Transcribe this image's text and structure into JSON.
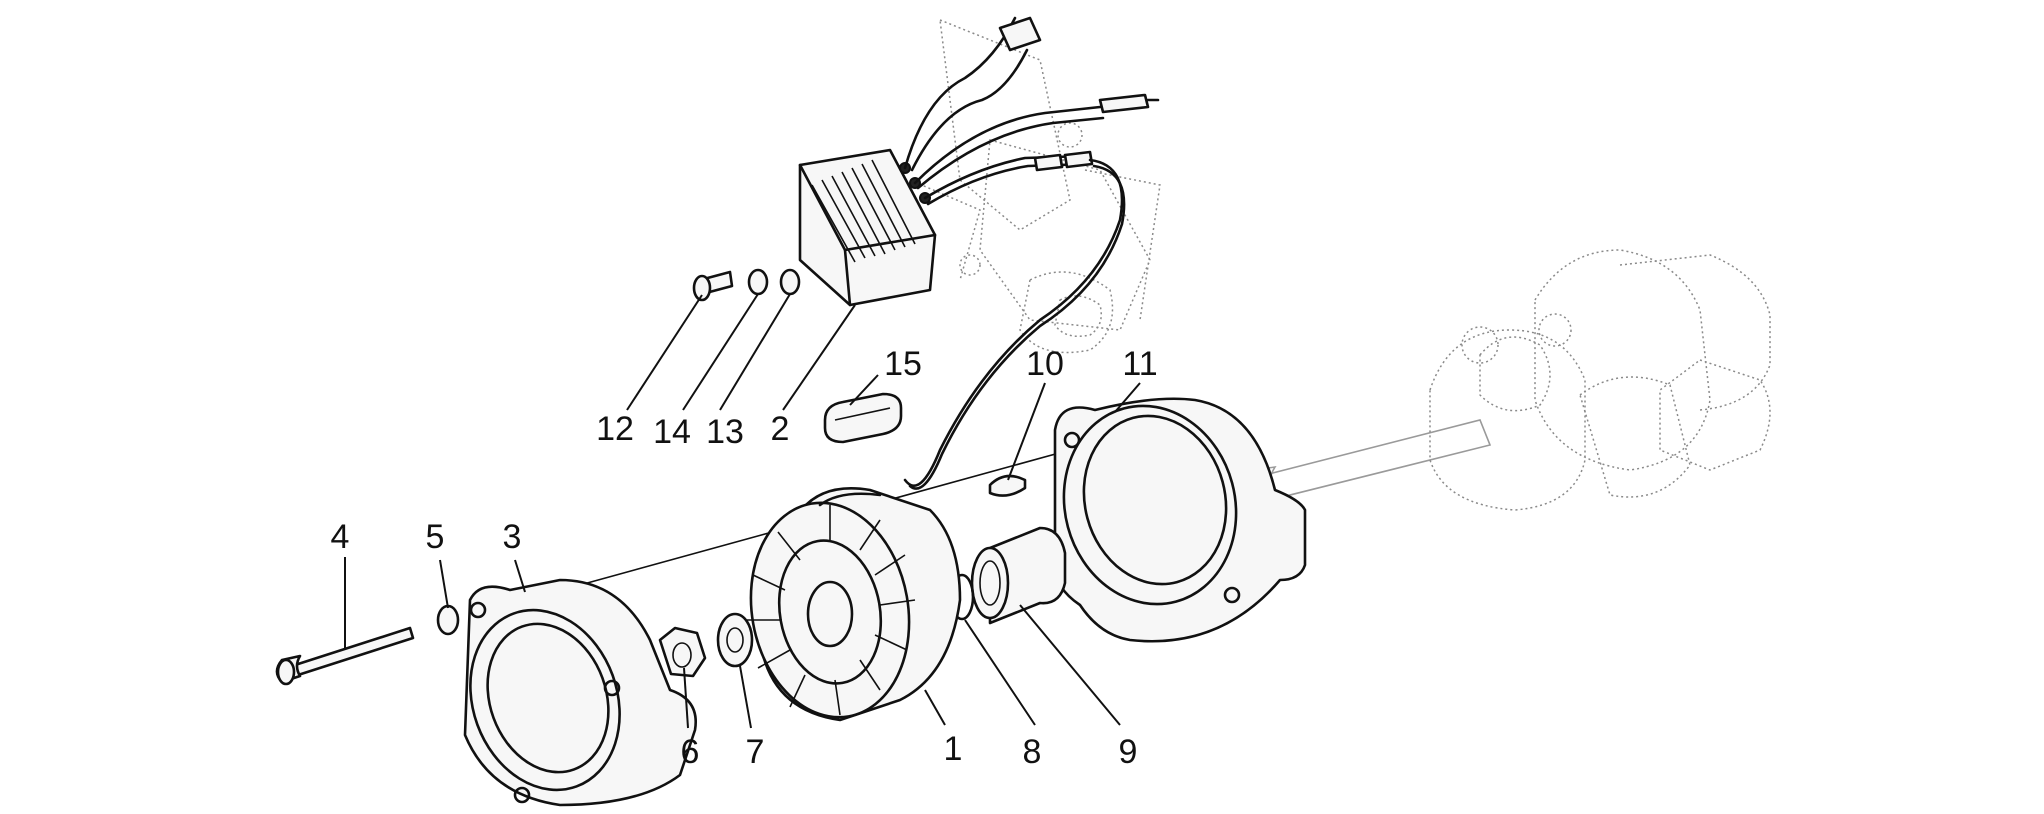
{
  "parts": [
    {
      "id": "part-1",
      "label": "1"
    },
    {
      "id": "part-2",
      "label": "2"
    },
    {
      "id": "part-3",
      "label": "3"
    },
    {
      "id": "part-4",
      "label": "4"
    },
    {
      "id": "part-5",
      "label": "5"
    },
    {
      "id": "part-6",
      "label": "6"
    },
    {
      "id": "part-7",
      "label": "7"
    },
    {
      "id": "part-8",
      "label": "8"
    },
    {
      "id": "part-9",
      "label": "9"
    },
    {
      "id": "part-10",
      "label": "10"
    },
    {
      "id": "part-11",
      "label": "11"
    },
    {
      "id": "part-12",
      "label": "12"
    },
    {
      "id": "part-13",
      "label": "13"
    },
    {
      "id": "part-14",
      "label": "14"
    },
    {
      "id": "part-15",
      "label": "15"
    }
  ],
  "colors": {
    "ink": "#111111",
    "ghost": "#8a8a8a",
    "background": "#ffffff"
  }
}
